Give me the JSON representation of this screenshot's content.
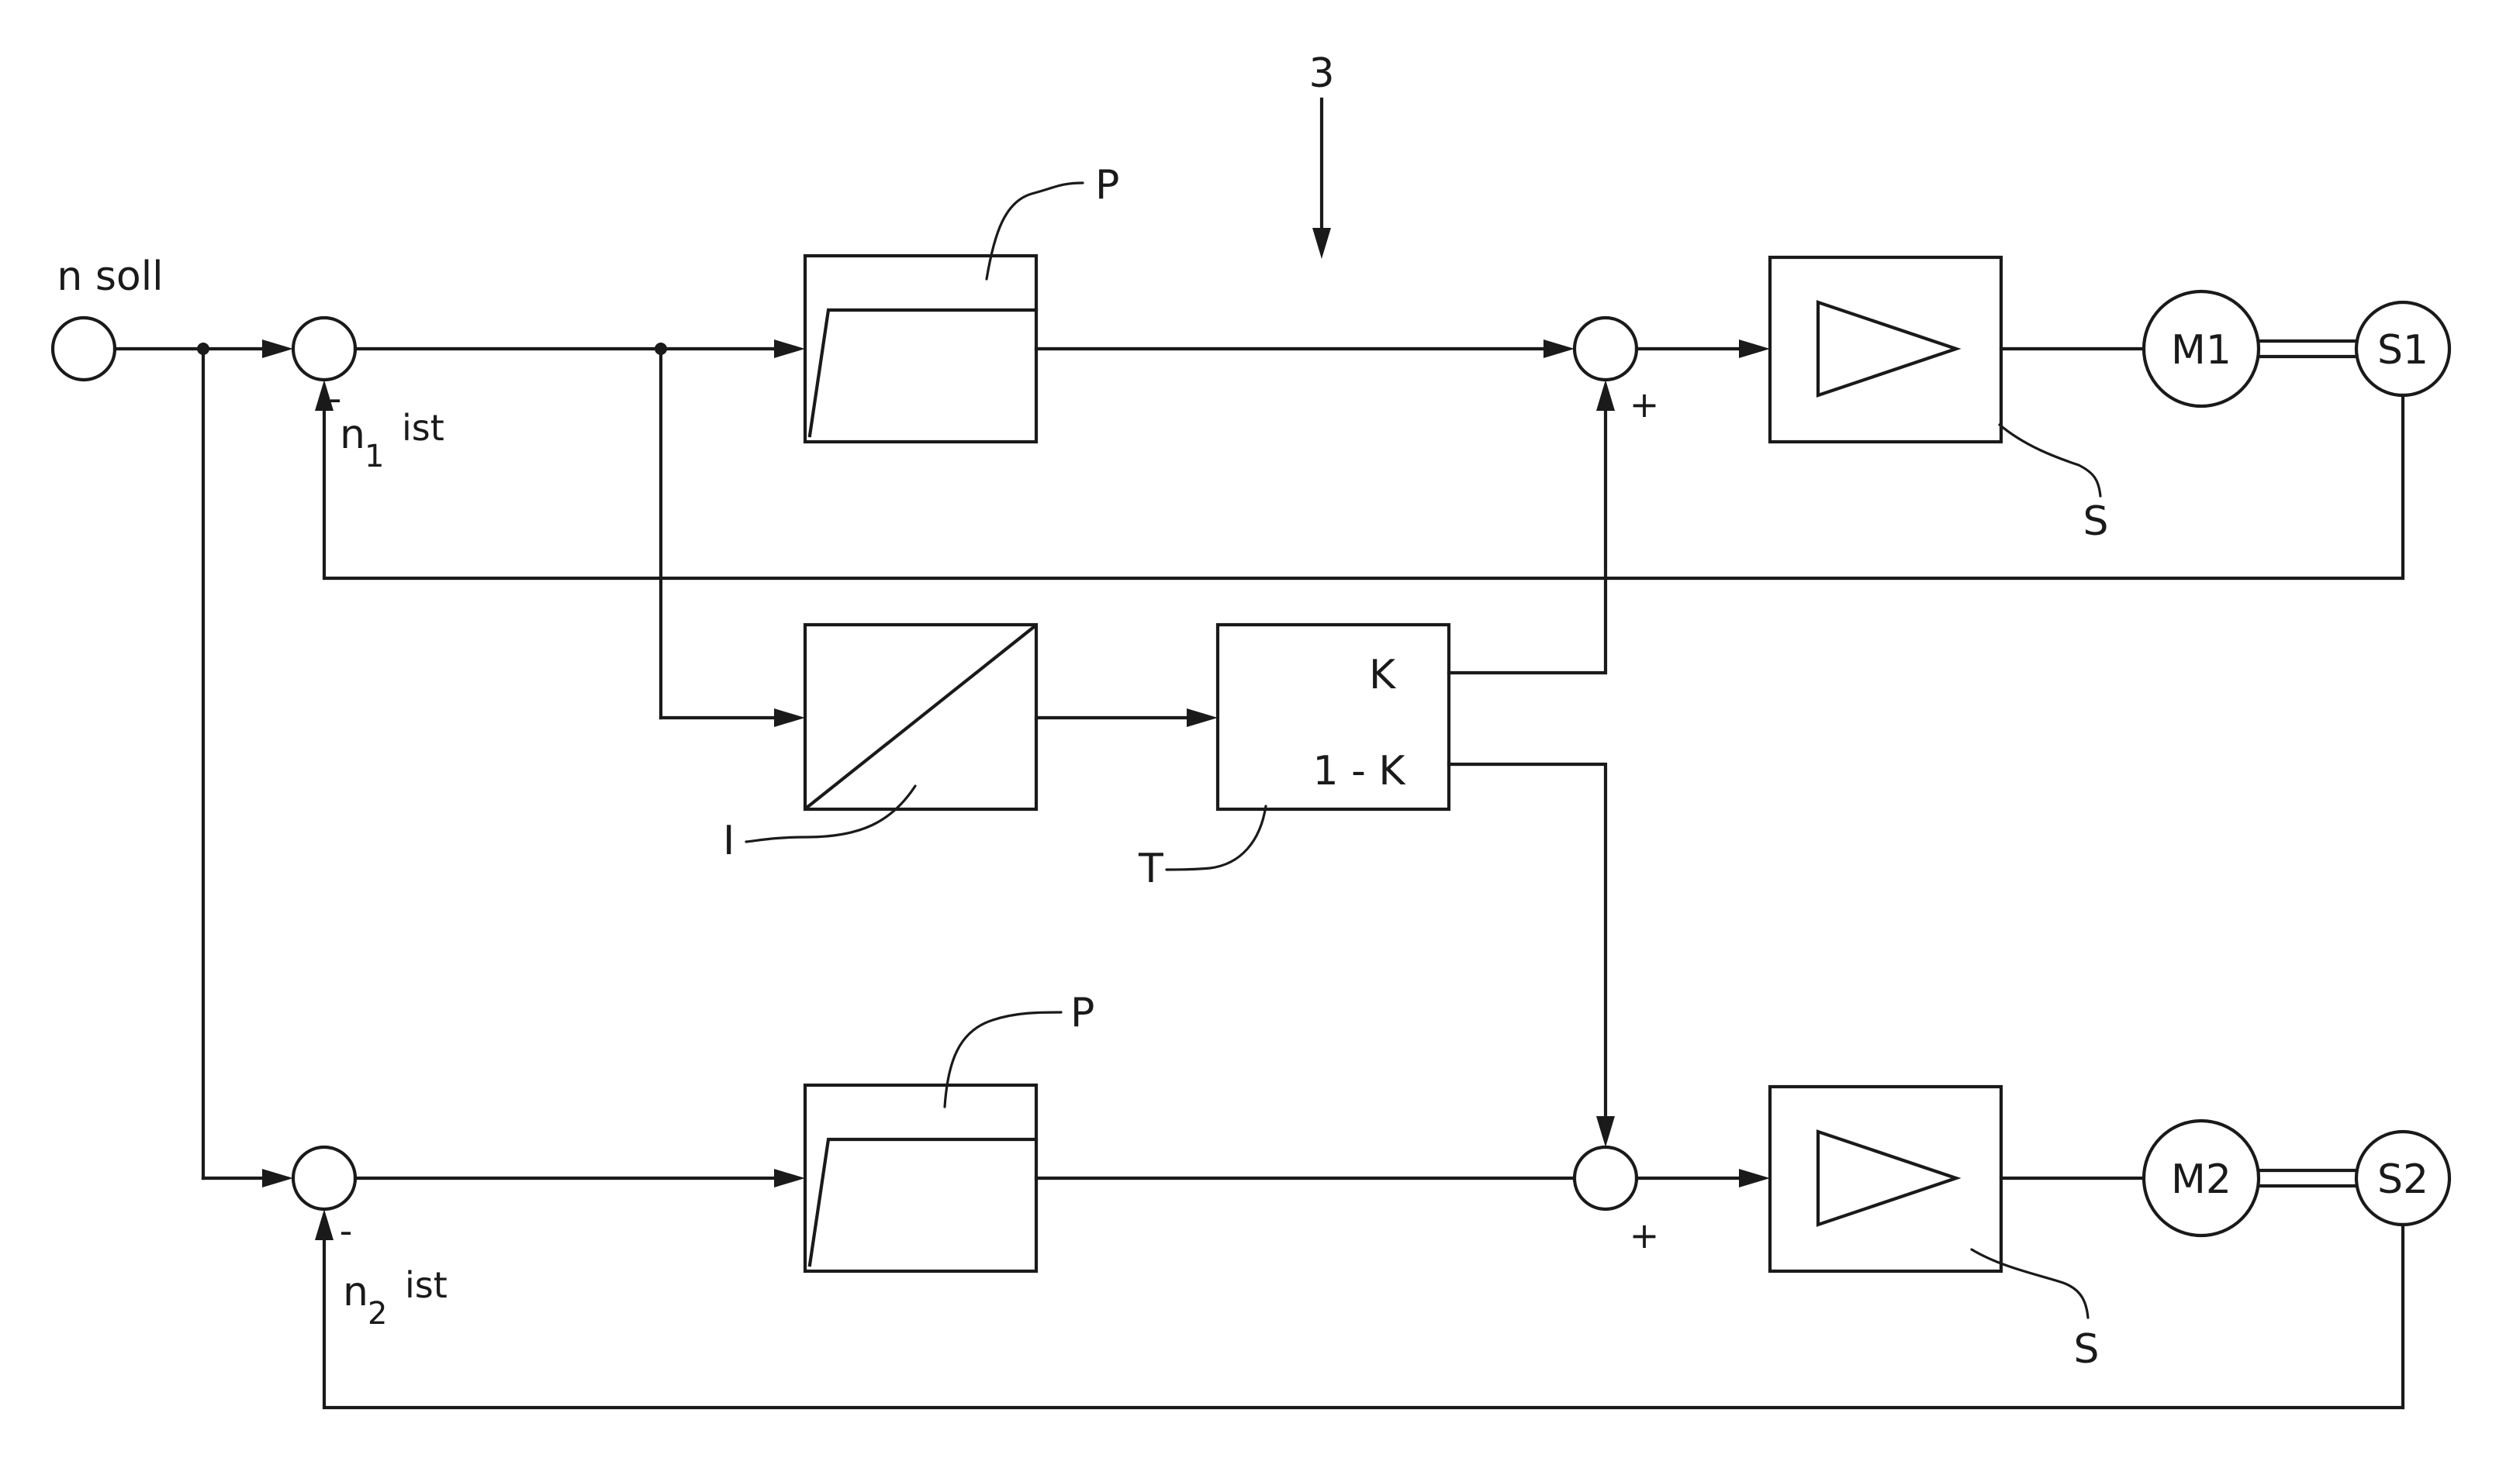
{
  "figure_ref": "3",
  "input": {
    "label": "n soll"
  },
  "feedback_1": {
    "n": "n",
    "sub": "1",
    "suffix": "ist",
    "sign": "-"
  },
  "feedback_2": {
    "n": "n",
    "sub": "2",
    "suffix": "ist",
    "sign": "-"
  },
  "sum_signs": {
    "upper": "+",
    "lower": "+"
  },
  "blocks": {
    "p_label": "P",
    "i_label": "I",
    "t_label": "T",
    "t_out_top": "K",
    "t_out_bottom": "1 - K",
    "s_label": "S"
  },
  "motors": {
    "m1": "M1",
    "m2": "M2"
  },
  "sensors": {
    "s1": "S1",
    "s2": "S2"
  }
}
